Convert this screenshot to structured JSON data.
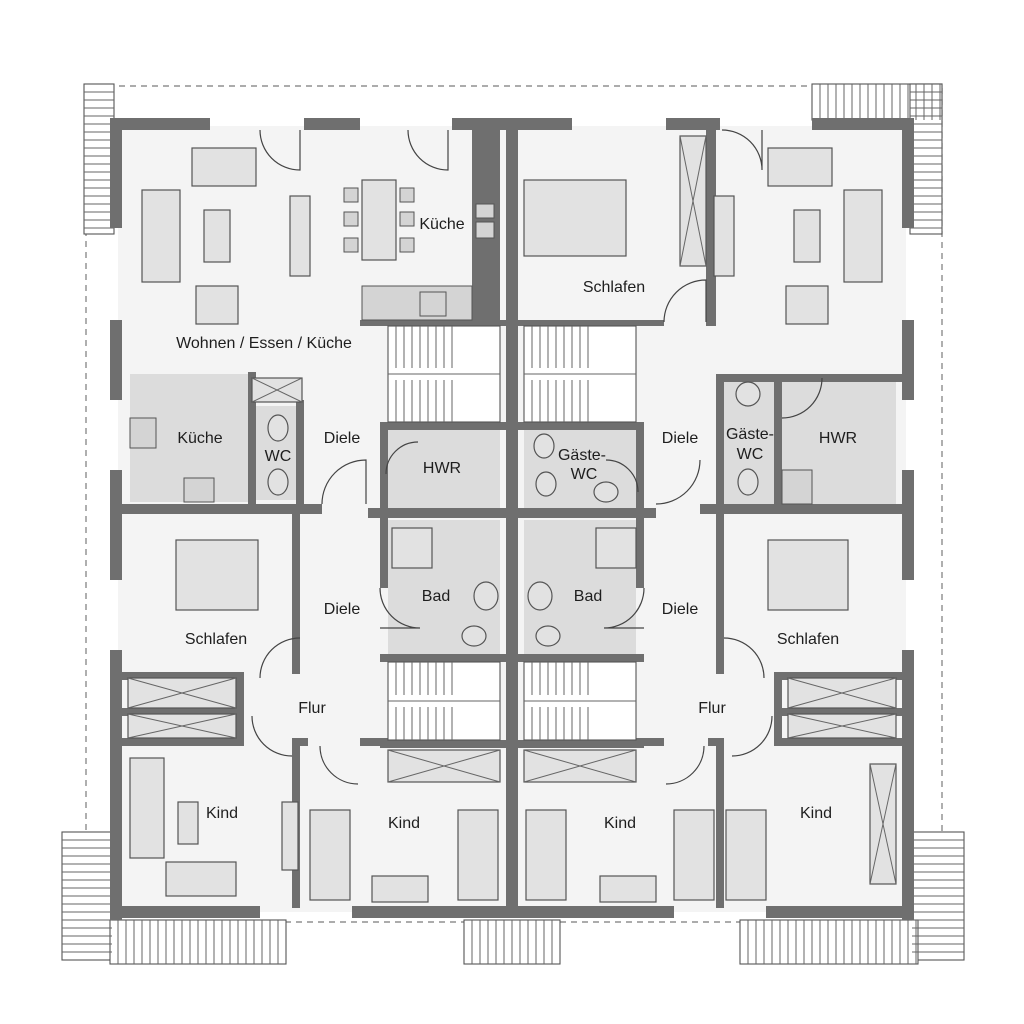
{
  "plan": {
    "rooms": [
      {
        "id": "wohnen",
        "label": "Wohnen / Essen / Küche"
      },
      {
        "id": "kueche-top",
        "label": "Küche"
      },
      {
        "id": "kueche-left",
        "label": "Küche"
      },
      {
        "id": "wc-left",
        "label": "WC"
      },
      {
        "id": "diele-left-top",
        "label": "Diele"
      },
      {
        "id": "hwr-left",
        "label": "HWR"
      },
      {
        "id": "schlafen-left",
        "label": "Schlafen"
      },
      {
        "id": "diele-left-mid",
        "label": "Diele"
      },
      {
        "id": "bad-left",
        "label": "Bad"
      },
      {
        "id": "flur-left",
        "label": "Flur"
      },
      {
        "id": "kind-left-1",
        "label": "Kind"
      },
      {
        "id": "kind-left-2",
        "label": "Kind"
      },
      {
        "id": "schlafen-right-top",
        "label": "Schlafen"
      },
      {
        "id": "gaeste-wc-mid-1",
        "label": "Gäste-"
      },
      {
        "id": "gaeste-wc-mid-2",
        "label": "WC"
      },
      {
        "id": "diele-right-top",
        "label": "Diele"
      },
      {
        "id": "gaeste-wc-right-1",
        "label": "Gäste-"
      },
      {
        "id": "gaeste-wc-right-2",
        "label": "WC"
      },
      {
        "id": "hwr-right",
        "label": "HWR"
      },
      {
        "id": "bad-right",
        "label": "Bad"
      },
      {
        "id": "diele-right-mid",
        "label": "Diele"
      },
      {
        "id": "schlafen-right",
        "label": "Schlafen"
      },
      {
        "id": "flur-right",
        "label": "Flur"
      },
      {
        "id": "kind-right-1",
        "label": "Kind"
      },
      {
        "id": "kind-right-2",
        "label": "Kind"
      }
    ],
    "colors": {
      "wall": "#6f6f6f",
      "floor": "#f4f4f4",
      "wet_area": "#dcdcdc"
    }
  }
}
